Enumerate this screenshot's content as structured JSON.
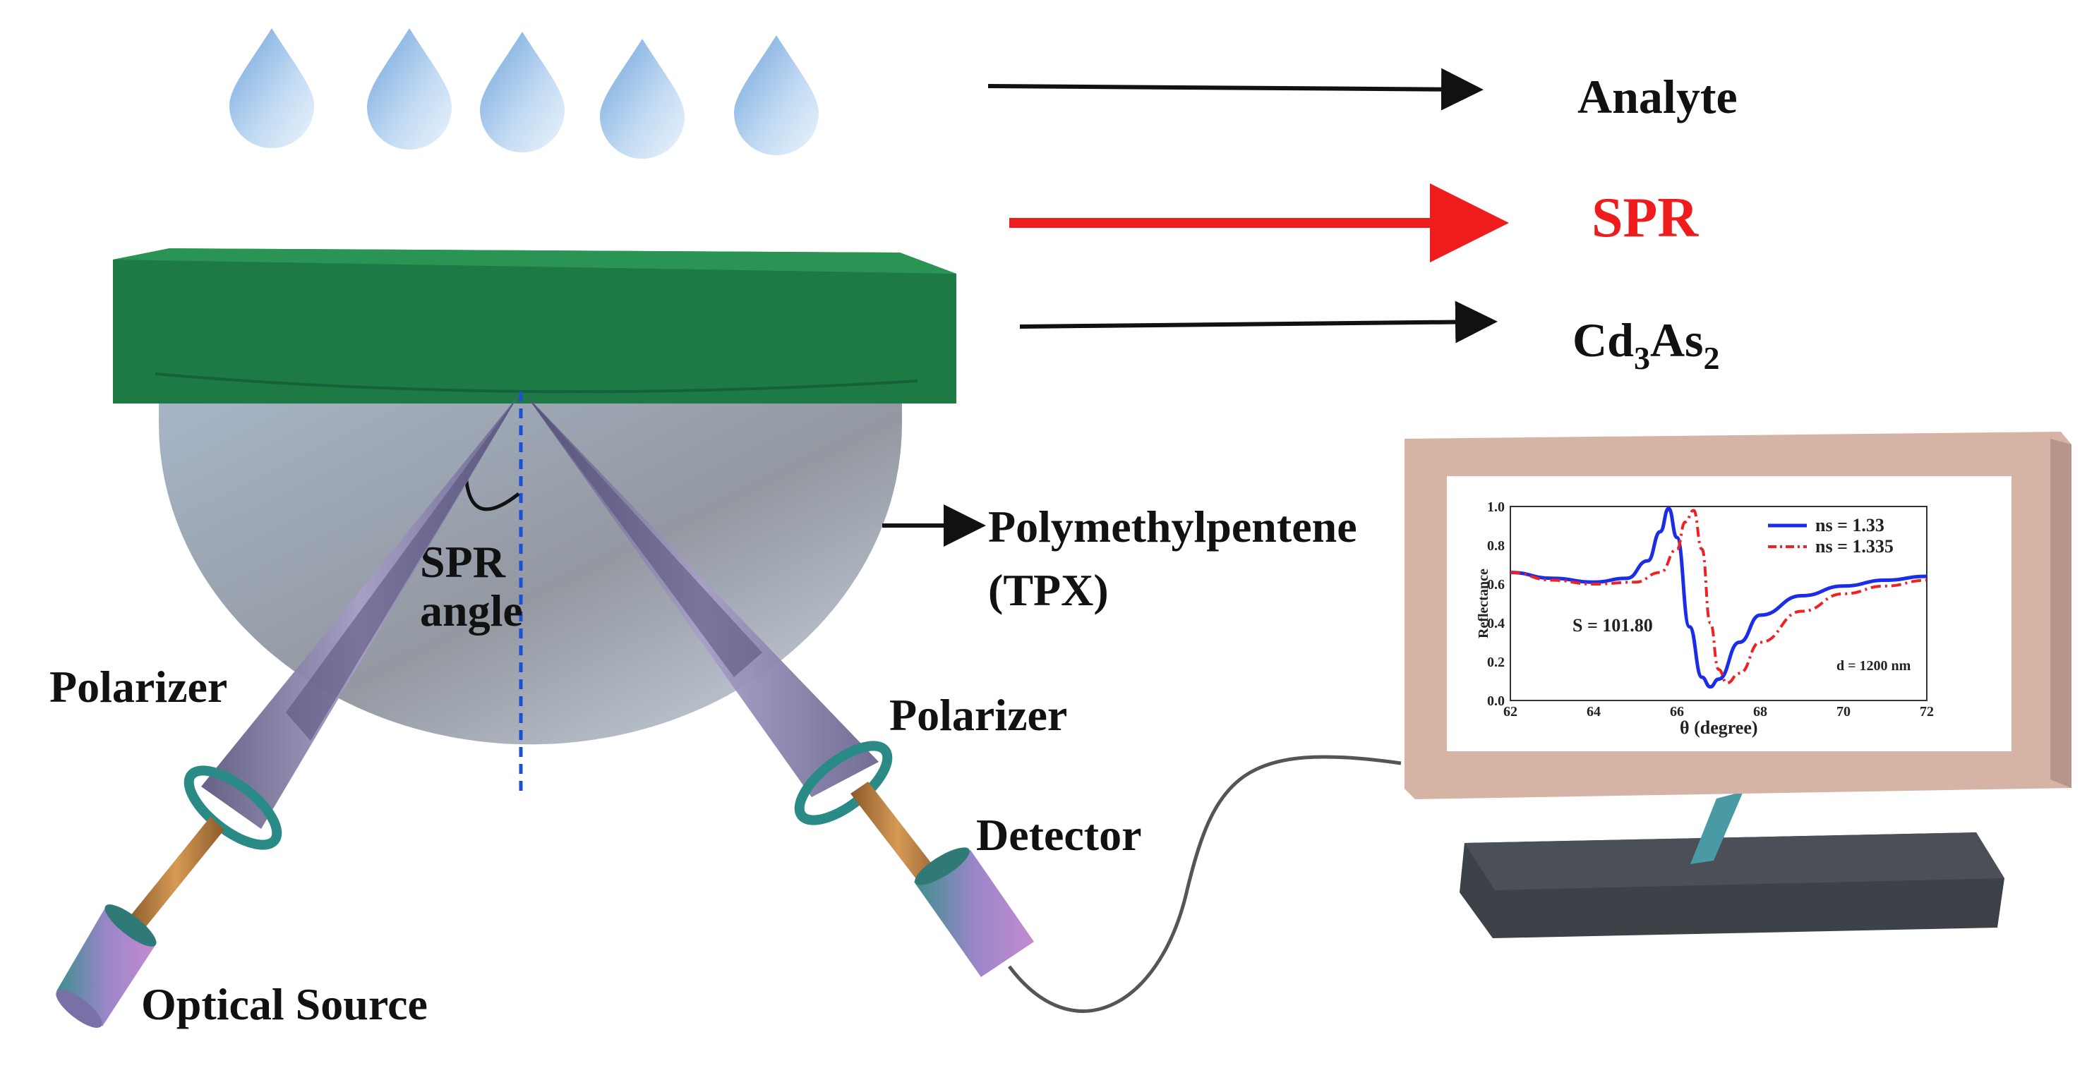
{
  "labels": {
    "analyte": "Analyte",
    "spr": "SPR",
    "cd3as2_main": "Cd",
    "cd3as2_sub1": "3",
    "cd3as2_mid": "As",
    "cd3as2_sub2": "2",
    "tpx_line1": "Polymethylpentene",
    "tpx_line2": "(TPX)",
    "spr_angle_line1": "SPR",
    "spr_angle_line2": "angle",
    "polarizer_left": "Polarizer",
    "polarizer_right": "Polarizer",
    "detector": "Detector",
    "optical_source": "Optical Source"
  },
  "colors": {
    "analyte_drop": "#a9c9ec",
    "cd3as2_layer": "#1e7a44",
    "spr_arrow": "#ee1c1c",
    "prism": "#a8b5c6",
    "cone": "#8e88b0",
    "monitor_frame": "#d5b3a5",
    "monitor_stand": "#3d4148",
    "curve_ns1": "#1a2ee8",
    "curve_ns2": "#ee2222"
  },
  "chart_data": {
    "type": "line",
    "xlabel": "θ (degree)",
    "ylabel": "Reflectance",
    "xlim": [
      62,
      72
    ],
    "ylim": [
      0.0,
      1.0
    ],
    "x_ticks": [
      "62",
      "64",
      "66",
      "68",
      "70",
      "72"
    ],
    "y_ticks": [
      "0.0",
      "0.2",
      "0.4",
      "0.6",
      "0.8",
      "1.0"
    ],
    "annotation_s": "S = 101.80",
    "annotation_d": "d = 1200 nm",
    "series": [
      {
        "name": "ns = 1.33",
        "color": "#1a2ee8",
        "style": "solid",
        "x": [
          62,
          63,
          64,
          64.8,
          65.3,
          65.6,
          65.8,
          66.0,
          66.3,
          66.6,
          66.8,
          67.0,
          67.5,
          68,
          69,
          70,
          71,
          72
        ],
        "y": [
          0.66,
          0.63,
          0.61,
          0.63,
          0.72,
          0.87,
          0.99,
          0.84,
          0.38,
          0.12,
          0.07,
          0.11,
          0.3,
          0.44,
          0.54,
          0.59,
          0.62,
          0.64
        ]
      },
      {
        "name": "ns = 1.335",
        "color": "#ee2222",
        "style": "dashdot",
        "x": [
          62,
          63,
          64,
          65,
          65.6,
          66.0,
          66.2,
          66.4,
          66.6,
          66.8,
          67.0,
          67.2,
          67.5,
          68,
          69,
          70,
          71,
          72
        ],
        "y": [
          0.66,
          0.62,
          0.6,
          0.61,
          0.66,
          0.78,
          0.92,
          0.98,
          0.78,
          0.4,
          0.16,
          0.09,
          0.14,
          0.3,
          0.46,
          0.55,
          0.59,
          0.62
        ]
      }
    ]
  }
}
